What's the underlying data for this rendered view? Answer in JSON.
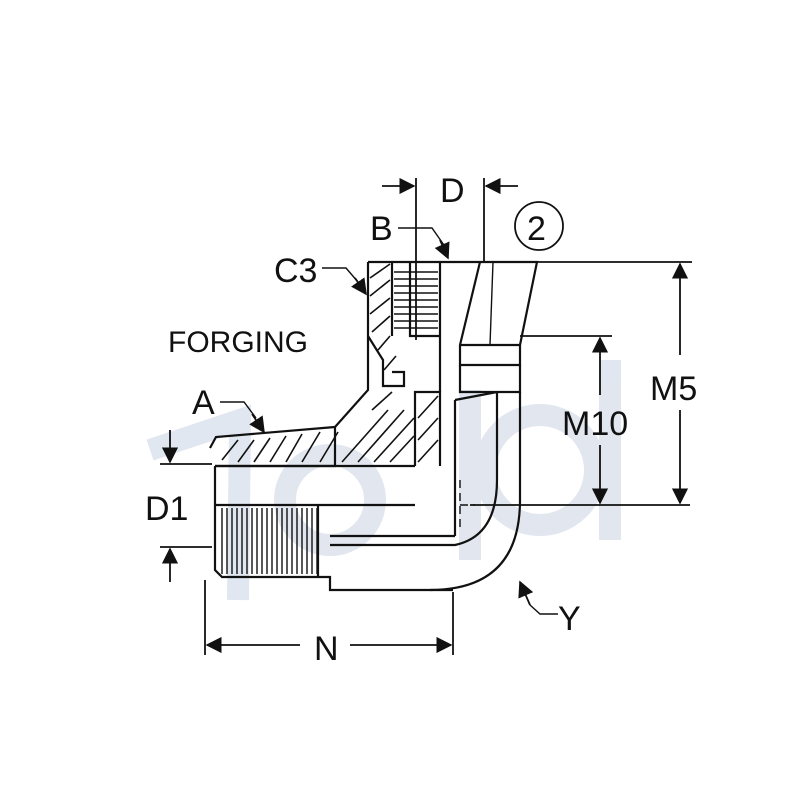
{
  "diagram": {
    "labels": {
      "forging": "FORGING",
      "a": "A",
      "b": "B",
      "c3": "C3",
      "d": "D",
      "d1": "D1",
      "n": "N",
      "m10": "M10",
      "m5": "M5",
      "y": "Y",
      "callout": "2"
    },
    "watermark_color": "#c9d3e3",
    "line_color": "#111111"
  }
}
